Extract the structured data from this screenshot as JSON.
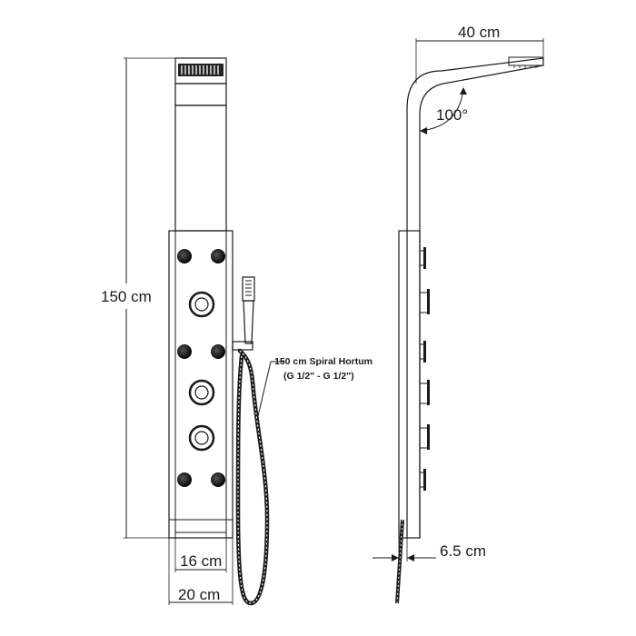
{
  "dimensions": {
    "height": "150 cm",
    "width_inner": "16 cm",
    "width_outer": "20 cm",
    "arm_reach": "40 cm",
    "arm_angle": "100°",
    "depth": "6.5 cm"
  },
  "hose": {
    "line1": "150 cm Spiral Hortum",
    "line2": "(G 1/2\" - G 1/2\")"
  },
  "colors": {
    "ink": "#1a1a1a",
    "panel_shade": "#cfcfcf",
    "nozzle": "#111111"
  }
}
